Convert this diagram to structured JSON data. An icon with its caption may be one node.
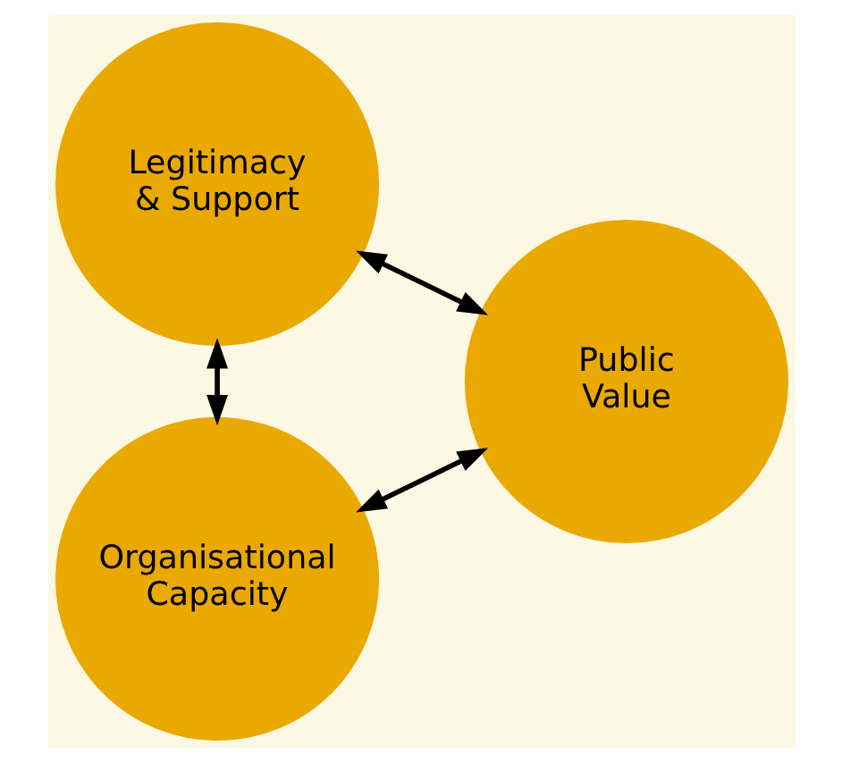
{
  "diagram": {
    "nodes": [
      {
        "text": [
          "Legitimacy & Support"
        ]
      },
      {
        "text": [
          "Organisational Capacity"
        ]
      },
      {
        "text": [
          "Public Value"
        ]
      }
    ],
    "edges": [
      {
        "from": 0,
        "to": 1,
        "arrow": "both"
      },
      {
        "from": 0,
        "to": 2,
        "arrow": "both"
      },
      {
        "from": 1,
        "to": 2,
        "arrow": "both"
      }
    ]
  }
}
